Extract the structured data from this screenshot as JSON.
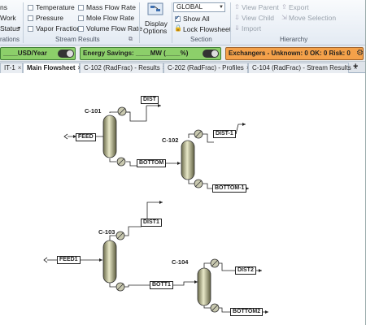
{
  "ribbon": {
    "col1": [
      "ns",
      "Work",
      "Status"
    ],
    "col1_label": "rations",
    "stream_results": {
      "checks": [
        "Temperature",
        "Pressure",
        "Vapor Fraction",
        "Mass Flow Rate",
        "Mole Flow Rate",
        "Volume Flow Rate"
      ],
      "label": "Stream Results"
    },
    "display_options": {
      "line1": "Display",
      "line2": "Options"
    },
    "section": {
      "select_value": "GLOBAL",
      "show_all": "Show All",
      "lock_flowsheet": "Lock Flowsheet",
      "label": "Section"
    },
    "hierarchy": {
      "view_parent": "View Parent",
      "export": "Export",
      "view_child": "View Child",
      "move_selection": "Move Selection",
      "import": "Import",
      "label": "Hierarchy"
    }
  },
  "status_bar": {
    "cost": "____USD/Year",
    "energy": "Energy Savings: ____MW (____%)",
    "exchangers": "Exchangers -  Unknown: 0  OK: 0  Risk: 0"
  },
  "tabs": [
    {
      "label": "IT-1"
    },
    {
      "label": "Main Flowsheet",
      "active": true
    },
    {
      "label": "C-102 (RadFrac) - Results"
    },
    {
      "label": "C-202 (RadFrac) - Profiles"
    },
    {
      "label": "C-104 (RadFrac) - Stream Results"
    }
  ],
  "flowsheet": {
    "blocks": [
      "C-101",
      "C-102",
      "C-103",
      "C-104"
    ],
    "streams": [
      "FEED",
      "DIST",
      "BOTTOM",
      "DIST-1",
      "BOTTOM-1",
      "DIST1",
      "FEED1",
      "BOTT1",
      "DIST2",
      "BOTTOM2"
    ]
  }
}
